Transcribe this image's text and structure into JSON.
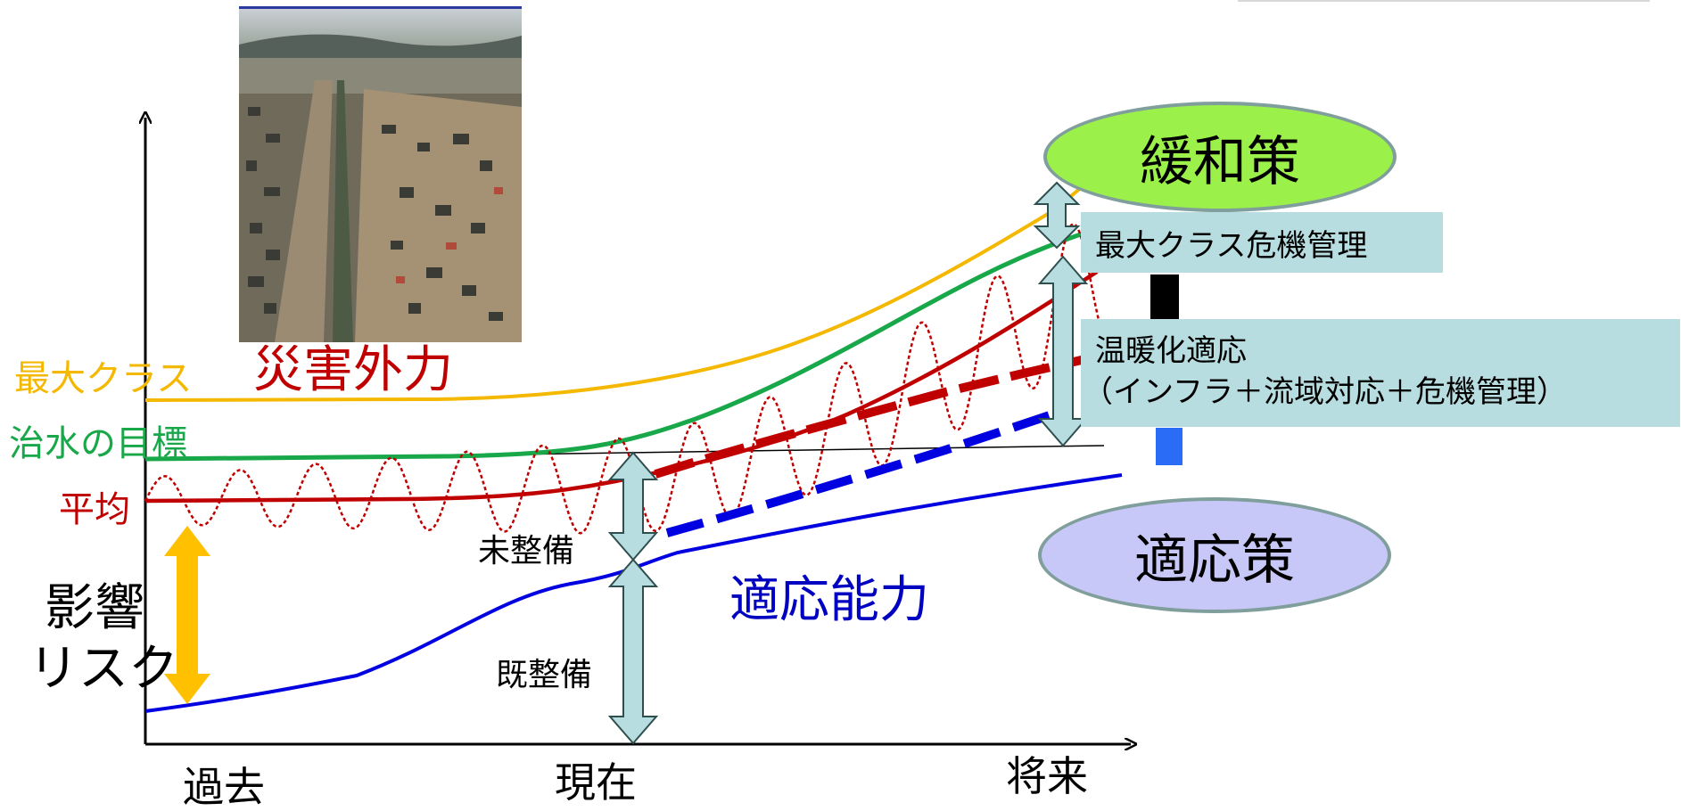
{
  "title": "災害外力",
  "lines": {
    "max_class": {
      "label": "最大クラス",
      "color": "#f5b800"
    },
    "flood_target": {
      "label": "治水の目標",
      "color": "#18a84a"
    },
    "average": {
      "label": "平均",
      "color": "#c00000"
    },
    "adaptive_capacity": {
      "label": "適応能力",
      "color": "#0000e0"
    }
  },
  "impact_label_line1": "影響",
  "impact_label_line2": "リスク",
  "impact_arrow_color": "#ffc000",
  "axis": {
    "x_ticks": [
      "過去",
      "現在",
      "将来"
    ]
  },
  "present_arrows": {
    "upper_label": "未整備",
    "lower_label": "既整備"
  },
  "mitigation": {
    "label": "緩和策",
    "color": "#9cf04a"
  },
  "adaptation": {
    "label": "適応策",
    "color": "#c8c8f8"
  },
  "box_crisis": {
    "text": "最大クラス危機管理"
  },
  "box_warming": {
    "line1": "温暖化適応",
    "line2": "（インフラ＋流域対応＋危機管理）"
  },
  "photo": {
    "subject": "flooded-river-aerial-photo"
  }
}
